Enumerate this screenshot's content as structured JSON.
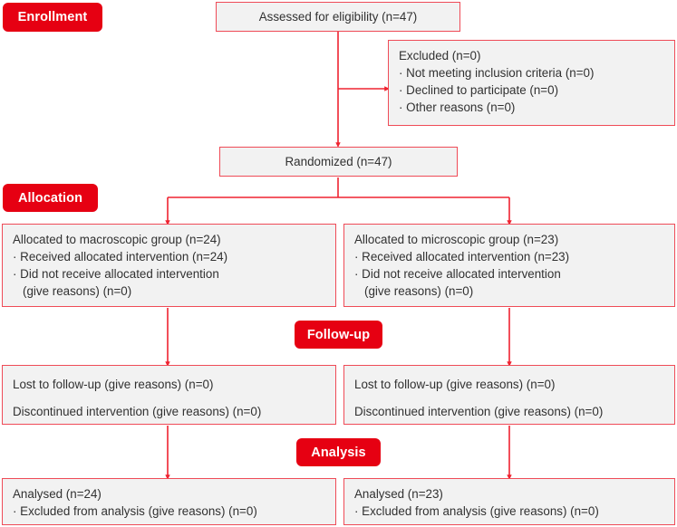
{
  "diagram": {
    "title": "CONSORT participant flow diagram",
    "colors": {
      "stage_label_bg": "#e60012",
      "stage_label_text": "#ffffff",
      "box_fill": "#f2f2f2",
      "box_border": "#ef4b57",
      "connector": "#ef2330",
      "box_text": "#313131"
    }
  },
  "stages": {
    "enrollment": {
      "label": "Enrollment"
    },
    "allocation": {
      "label": "Allocation"
    },
    "followup": {
      "label": "Follow-up"
    },
    "analysis": {
      "label": "Analysis"
    }
  },
  "nodes": {
    "assessed": {
      "lines": [
        "Assessed for eligibility (n=47)"
      ]
    },
    "excluded": {
      "lines": [
        "Excluded (n=0)",
        "· Not meeting inclusion criteria (n=0)",
        "· Declined to participate (n=0)",
        "· Other reasons (n=0)"
      ]
    },
    "randomized": {
      "lines": [
        "Randomized (n=47)"
      ]
    },
    "alloc_left": {
      "lines": [
        "Allocated to macroscopic group (n=24)",
        "· Received allocated intervention (n=24)",
        "· Did not receive allocated intervention",
        "(give reasons) (n=0)"
      ]
    },
    "alloc_right": {
      "lines": [
        "Allocated to microscopic group (n=23)",
        "· Received allocated intervention (n=23)",
        "· Did not receive allocated intervention",
        "(give reasons) (n=0)"
      ]
    },
    "followup_left": {
      "lines": [
        "Lost to follow-up (give reasons) (n=0)",
        "Discontinued intervention (give reasons) (n=0)"
      ]
    },
    "followup_right": {
      "lines": [
        "Lost to follow-up (give reasons) (n=0)",
        "Discontinued intervention (give reasons) (n=0)"
      ]
    },
    "analysis_left": {
      "lines": [
        "Analysed (n=24)",
        "· Excluded from analysis (give reasons) (n=0)"
      ]
    },
    "analysis_right": {
      "lines": [
        "Analysed (n=23)",
        "· Excluded from analysis (give reasons) (n=0)"
      ]
    }
  },
  "chart_data": {
    "type": "table",
    "title": "CONSORT flow: macroscopic vs microscopic group",
    "flow": [
      {
        "step": "Assessed for eligibility",
        "n": 47
      },
      {
        "step": "Excluded",
        "n": 0
      },
      {
        "step": "Not meeting inclusion criteria",
        "n": 0
      },
      {
        "step": "Declined to participate",
        "n": 0
      },
      {
        "step": "Other reasons",
        "n": 0
      },
      {
        "step": "Randomized",
        "n": 47
      },
      {
        "step": "Allocated to macroscopic group",
        "n": 24
      },
      {
        "step": "Macroscopic: received allocated intervention",
        "n": 24
      },
      {
        "step": "Macroscopic: did not receive allocated intervention",
        "n": 0
      },
      {
        "step": "Allocated to microscopic group",
        "n": 23
      },
      {
        "step": "Microscopic: received allocated intervention",
        "n": 23
      },
      {
        "step": "Microscopic: did not receive allocated intervention",
        "n": 0
      },
      {
        "step": "Macroscopic: lost to follow-up",
        "n": 0
      },
      {
        "step": "Macroscopic: discontinued intervention",
        "n": 0
      },
      {
        "step": "Microscopic: lost to follow-up",
        "n": 0
      },
      {
        "step": "Microscopic: discontinued intervention",
        "n": 0
      },
      {
        "step": "Macroscopic: analysed",
        "n": 24
      },
      {
        "step": "Macroscopic: excluded from analysis",
        "n": 0
      },
      {
        "step": "Microscopic: analysed",
        "n": 23
      },
      {
        "step": "Microscopic: excluded from analysis",
        "n": 0
      }
    ]
  }
}
